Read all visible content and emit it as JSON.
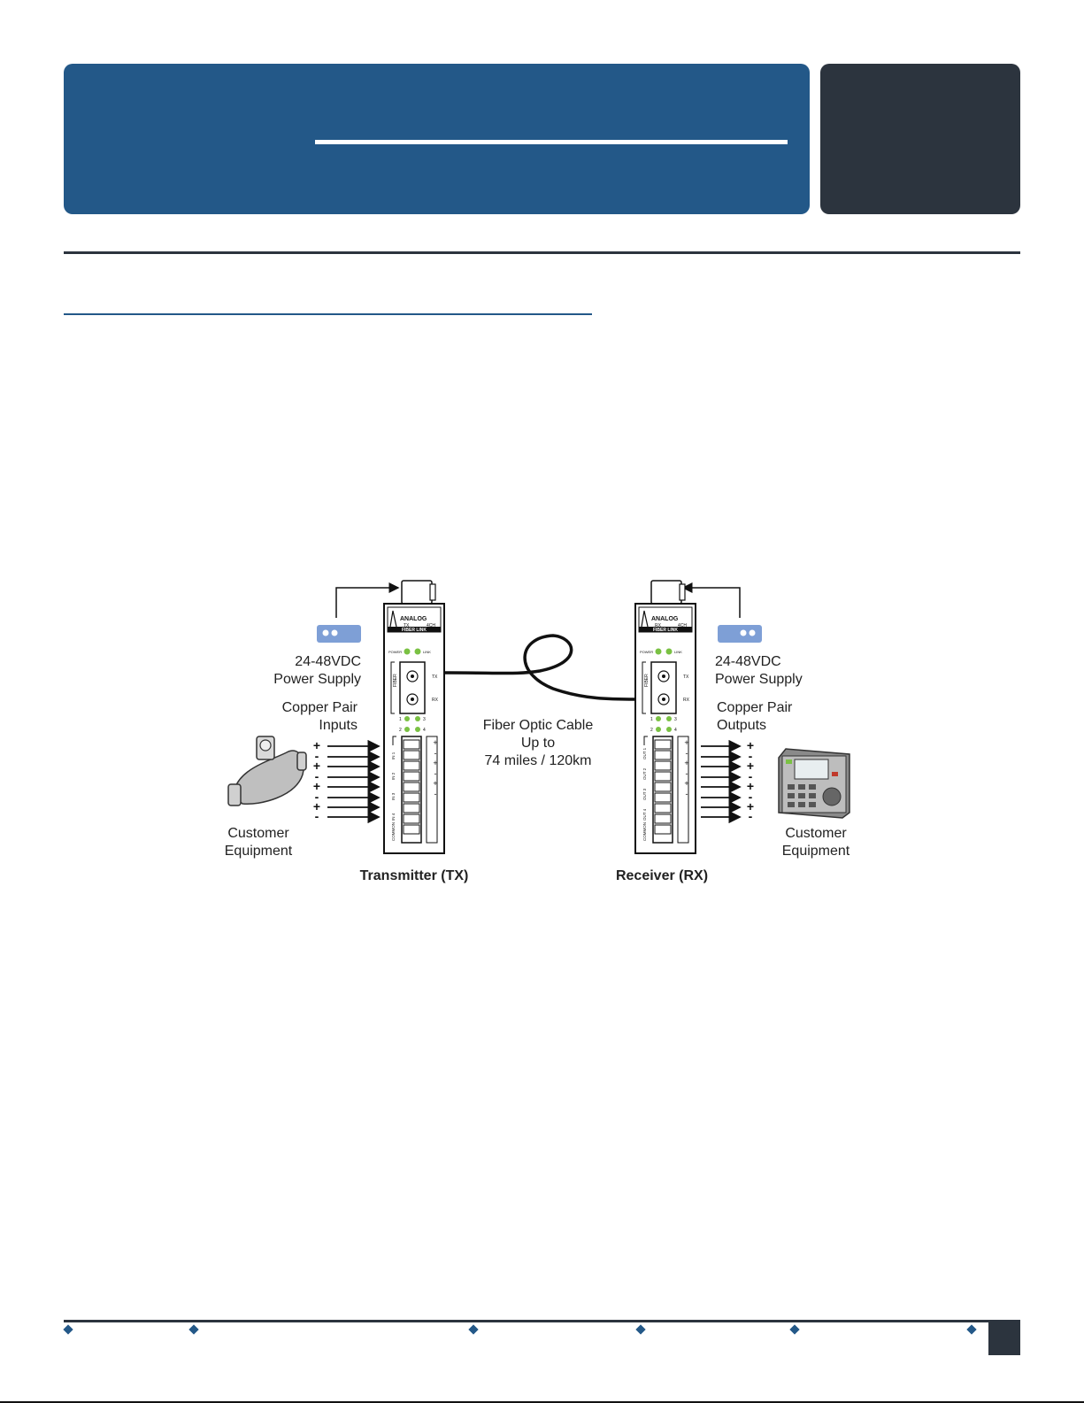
{
  "diagram": {
    "tx": {
      "caption": "Transmitter (TX)",
      "power_label": "24-48VDC\nPower Supply",
      "copper_label": "Copper Pair\nInputs",
      "equipment_label": "Customer\nEquipment",
      "device": {
        "brand": "ANALOG",
        "mode": "TX",
        "channels": "4CH",
        "subtitle": "FIBER LINK",
        "led_power": "POWER",
        "led_link": "LINK",
        "fiber_label": "FIBER",
        "port_tx": "TX",
        "port_rx": "RX",
        "channel_labels": [
          "IN 1",
          "IN 2",
          "IN 3",
          "IN 4",
          "COMMON"
        ]
      },
      "polarity": [
        "+",
        "-",
        "+",
        "-",
        "+",
        "-",
        "+",
        "-"
      ]
    },
    "rx": {
      "caption": "Receiver (RX)",
      "power_label": "24-48VDC\nPower Supply",
      "copper_label": "Copper Pair\nOutputs",
      "equipment_label": "Customer\nEquipment",
      "device": {
        "brand": "ANALOG",
        "mode": "RX",
        "channels": "4CH",
        "subtitle": "FIBER LINK",
        "led_power": "POWER",
        "led_link": "LINK",
        "fiber_label": "FIBER",
        "port_tx": "TX",
        "port_rx": "RX",
        "channel_labels": [
          "OUT 1",
          "OUT 2",
          "OUT 3",
          "OUT 4",
          "COMMON"
        ]
      },
      "polarity": [
        "+",
        "-",
        "+",
        "-",
        "+",
        "-",
        "+",
        "-"
      ]
    },
    "cable_label": "Fiber Optic Cable\nUp to\n74 miles / 120km",
    "led_numbers": [
      "1",
      "2",
      "3",
      "4"
    ]
  },
  "colors": {
    "header_blue": "#235888",
    "header_dark": "#2c343e",
    "led_green": "#7ac143",
    "psu_blue": "#7e9fd6"
  }
}
